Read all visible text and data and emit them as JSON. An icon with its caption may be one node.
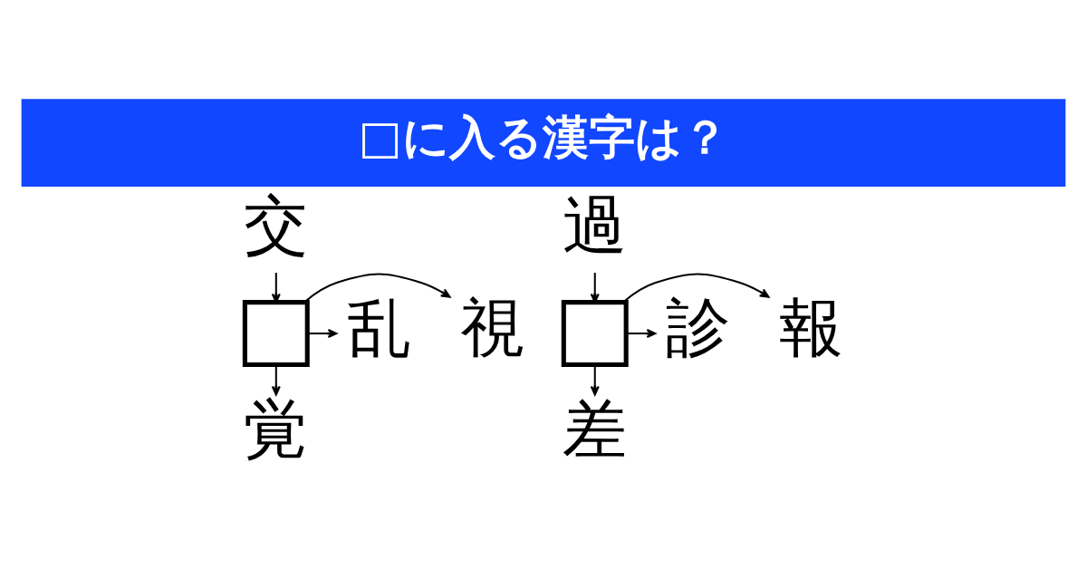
{
  "diagram": {
    "title": "□に入る漢字は？",
    "nodes": [
      {
        "text": [
          "交"
        ]
      },
      {
        "text": [],
        "shape": "box"
      },
      {
        "text": [
          "乱"
        ]
      },
      {
        "text": [
          "視"
        ]
      },
      {
        "text": [
          "覚"
        ]
      },
      {
        "text": [
          "過"
        ]
      },
      {
        "text": [],
        "shape": "box"
      },
      {
        "text": [
          "診"
        ]
      },
      {
        "text": [
          "報"
        ]
      },
      {
        "text": [
          "差"
        ]
      }
    ],
    "edges": [
      {
        "from": 0,
        "to": 1,
        "arrow": "to"
      },
      {
        "from": 1,
        "to": 2,
        "arrow": "to"
      },
      {
        "from": 1,
        "to": 3,
        "arrow": "to"
      },
      {
        "from": 1,
        "to": 4,
        "arrow": "to"
      },
      {
        "from": 5,
        "to": 6,
        "arrow": "to"
      },
      {
        "from": 6,
        "to": 7,
        "arrow": "to"
      },
      {
        "from": 6,
        "to": 8,
        "arrow": "to"
      },
      {
        "from": 6,
        "to": 9,
        "arrow": "to"
      }
    ]
  }
}
